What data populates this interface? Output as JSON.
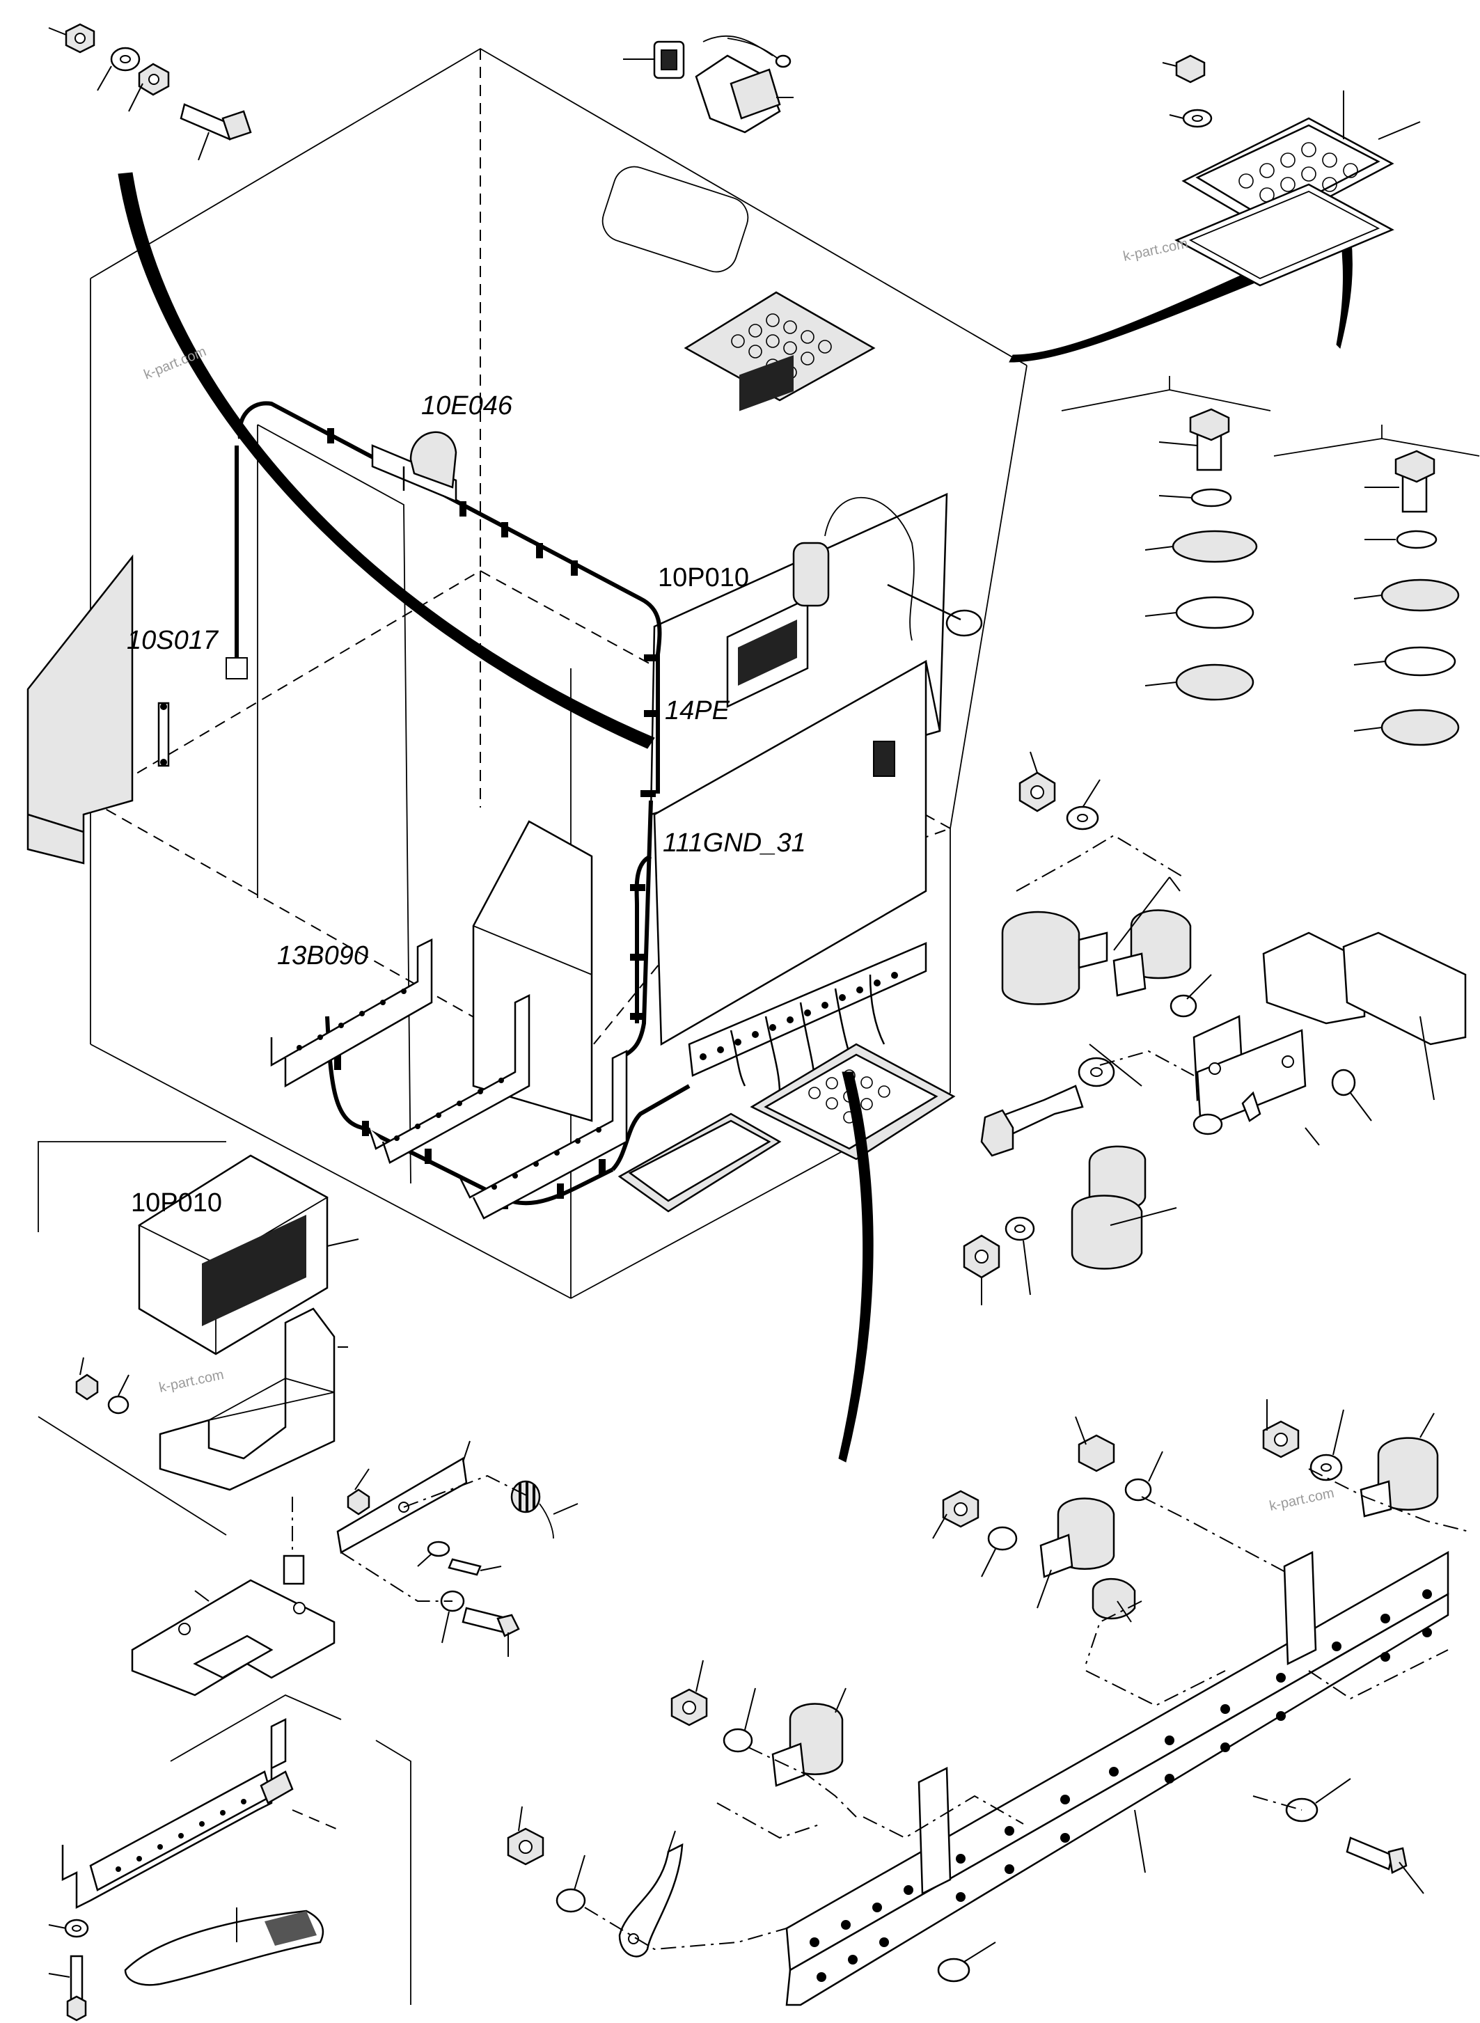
{
  "labels": {
    "lamp": "10E046",
    "switch": "10S017",
    "controller_top": "10P010",
    "ground_pe": "14PE",
    "ground_31": "111GND_31",
    "sensor": "13B090",
    "controller_detail": "10P010"
  },
  "watermarks": {
    "w1": "k-part.com",
    "w2": "k-part.com",
    "w3": "k-part.com",
    "w4": "k-part.com"
  }
}
